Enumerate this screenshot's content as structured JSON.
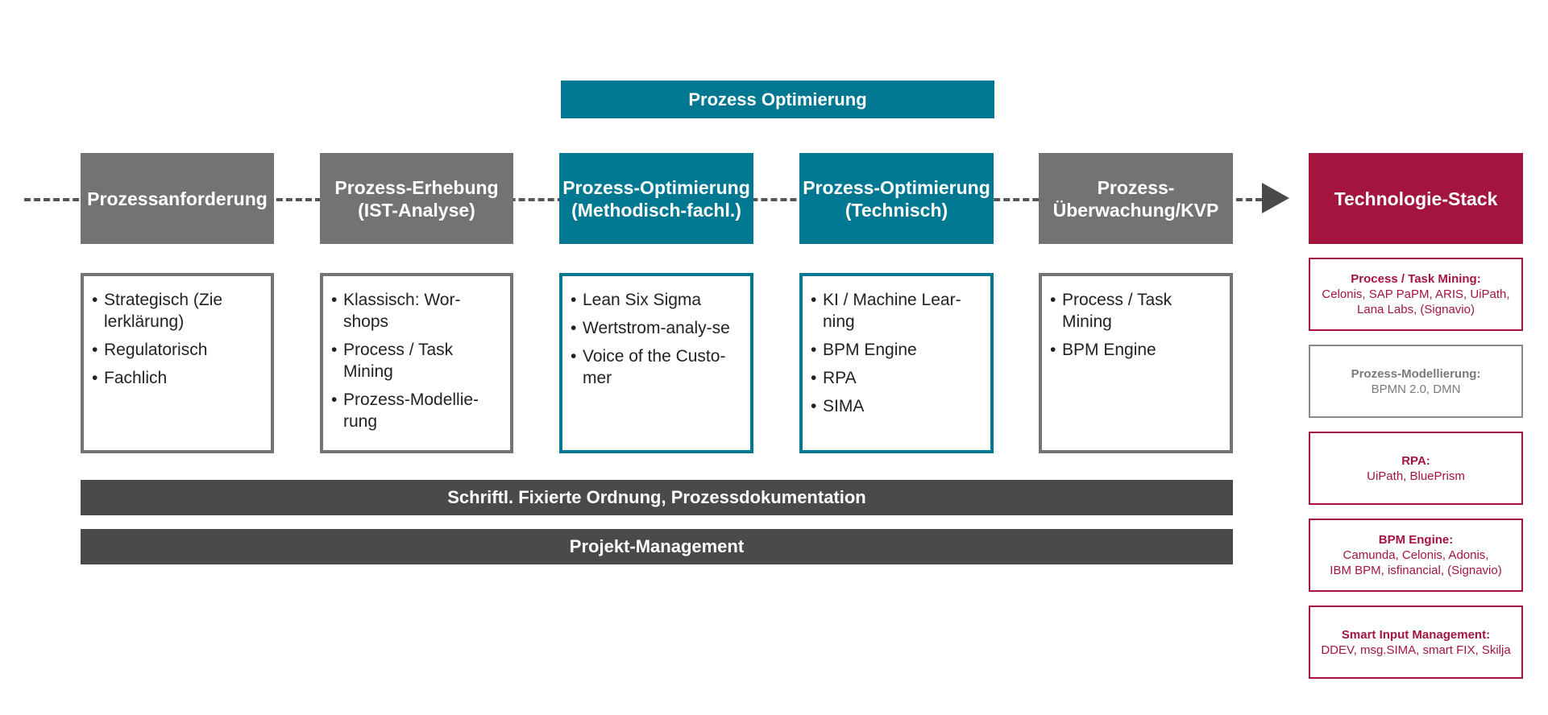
{
  "banner": {
    "label": "Prozess Optimierung"
  },
  "phases": [
    {
      "label": "Prozessanforderung",
      "items": [
        "Strategisch (Zie lerklärung)",
        "Regulatorisch",
        "Fachlich"
      ]
    },
    {
      "label": "Prozess-Erhebung (IST-Analyse)",
      "items": [
        "Klassisch: Wor-shops",
        "Process / Task Mining",
        "Prozess-Modellie-rung"
      ]
    },
    {
      "label": "Prozess-Optimierung (Methodisch-fachl.)",
      "items": [
        "Lean Six Sigma",
        "Wertstrom-analy-se",
        "Voice of the Custo-mer"
      ]
    },
    {
      "label": "Prozess-Optimierung (Technisch)",
      "items": [
        "KI / Machine Lear-ning",
        "BPM Engine",
        "RPA",
        "SIMA"
      ]
    },
    {
      "label": "Prozess-Überwachung/KVP",
      "items": [
        "Process / Task Mining",
        "BPM Engine"
      ]
    }
  ],
  "bars": {
    "documentation": "Schriftl. Fixierte Ordnung, Prozessdokumentation",
    "project_management": "Projekt-Management"
  },
  "tech_stack": {
    "title": "Technologie-Stack",
    "entries": [
      {
        "title": "Process / Task Mining:",
        "lines": [
          "Celonis, SAP PaPM, ARIS, UiPath,",
          "Lana Labs, (Signavio)"
        ]
      },
      {
        "title": "Prozess-Modellierung:",
        "lines": [
          "BPMN 2.0, DMN"
        ]
      },
      {
        "title": "RPA:",
        "lines": [
          "UiPath, BluePrism"
        ]
      },
      {
        "title": "BPM Engine:",
        "lines": [
          "Camunda, Celonis, Adonis,",
          "IBM BPM, isfinancial, (Signavio)"
        ]
      },
      {
        "title": "Smart Input Management:",
        "lines": [
          "DDEV, msg.SIMA, smart FIX, Skilja"
        ]
      }
    ]
  },
  "colors": {
    "teal": "#007891",
    "gray": "#737373",
    "dark": "#4a4a4a",
    "crimson": "#a3153f"
  }
}
